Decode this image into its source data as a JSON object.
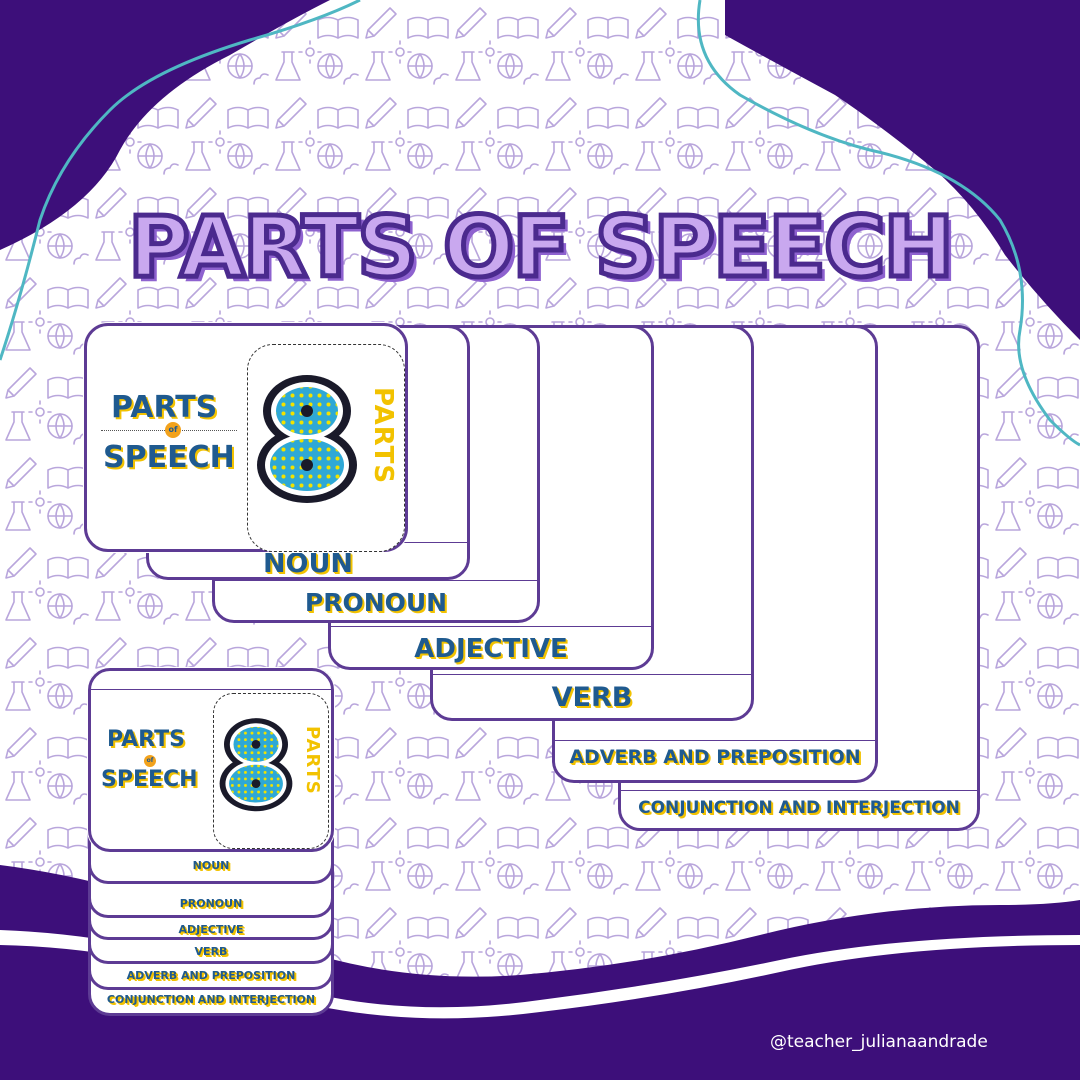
{
  "title": "PARTS OF SPEECH",
  "book_logo": {
    "line1": "PARTS",
    "connector": "of",
    "line2": "SPEECH",
    "numeral": "8",
    "side_text": "PARTS"
  },
  "tabs": [
    {
      "label": "NOUN"
    },
    {
      "label": "PRONOUN"
    },
    {
      "label": "ADJECTIVE"
    },
    {
      "label": "VERB"
    },
    {
      "label": "ADVERB AND PREPOSITION"
    },
    {
      "label": "CONJUNCTION AND INTERJECTION"
    }
  ],
  "credit": "@teacher_julianaandrade",
  "colors": {
    "primary_purple": "#3d0f7a",
    "outline_purple": "#5d3b94",
    "teal_line": "#4fb7c3",
    "label_blue": "#1f5a8f",
    "accent_yellow": "#f2c200",
    "numeral_blue": "#2ea8d6"
  }
}
